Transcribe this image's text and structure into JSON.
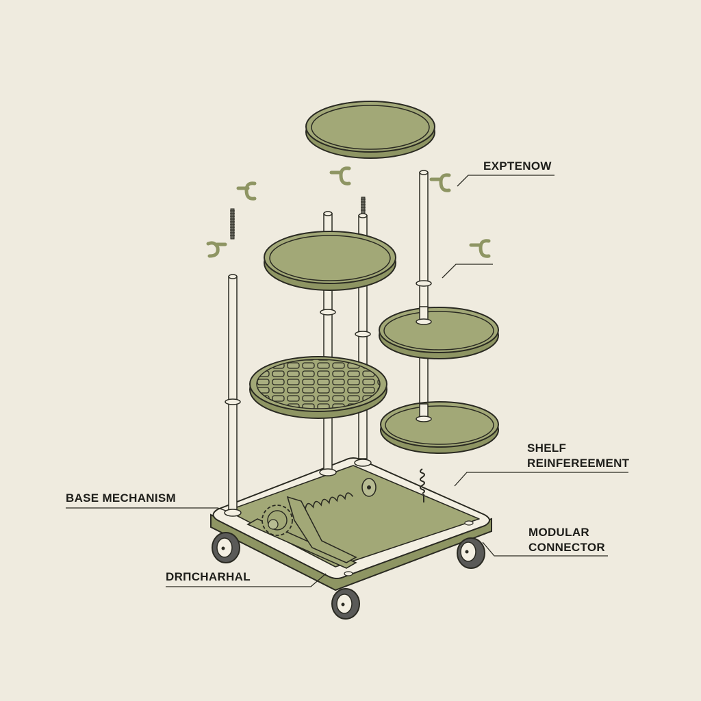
{
  "diagram": {
    "type": "exploded-assembly-illustration",
    "subject": "multi-tier rolling shelf cart",
    "colors": {
      "background": "#efebdf",
      "olive_fill": "#a2a877",
      "olive_rim": "#8e9563",
      "outline": "#2a2a22",
      "rod": "#f3efe2",
      "wheel": "#5a5a58",
      "text": "#1e1e1a"
    },
    "labels": [
      {
        "id": "exptenow",
        "text": "EXPTENOW"
      },
      {
        "id": "shelf-reinforcement",
        "line1": "SHELF",
        "line2": "REINFEREEMENT"
      },
      {
        "id": "modular-connector",
        "line1": "MODULAR",
        "line2": "CONNECTOR"
      },
      {
        "id": "base-mechanism",
        "text": "BASE MECHANISM"
      },
      {
        "id": "drive-mechanism",
        "text": "DRΠCHARHAL"
      }
    ],
    "components": [
      "top-shelf-tray",
      "upper-shelf-tray",
      "mesh-shelf-tray",
      "right-upper-tray",
      "right-lower-tray",
      "vertical-rods",
      "hook-connectors",
      "threaded-screws",
      "base-platform",
      "gear-and-spring-mechanism",
      "caster-wheels"
    ]
  }
}
